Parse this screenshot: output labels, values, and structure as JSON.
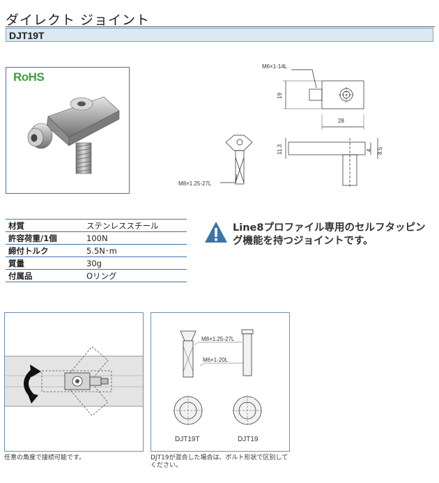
{
  "page": {
    "title": "ダイレクト ジョイント",
    "model": "DJT19T"
  },
  "badge": {
    "rohs": "RoHS"
  },
  "specs": [
    {
      "label": "材質",
      "value": "ステンレススチール"
    },
    {
      "label": "許容荷重/1個",
      "value": "100N"
    },
    {
      "label": "締付トルク",
      "value": "5.5N･m"
    },
    {
      "label": "質量",
      "value": "30g"
    },
    {
      "label": "付属品",
      "value": "Oリング"
    }
  ],
  "drawing": {
    "bolt_label": "M6×1-14L",
    "dim_height": "19",
    "dim_width": "28",
    "dim_side": "11.3",
    "dim_a": "4",
    "dim_b": "8.5",
    "screw_label": "M8×1.25-27L"
  },
  "notice": {
    "text": "Line8プロファイル専用のセルフタッピング機能を持つジョイントです。"
  },
  "compare": {
    "screw_t": "M8×1.25-27L",
    "screw_19": "M6×1-20L",
    "name_t": "DJT19T",
    "name_19": "DJT19"
  },
  "captions": {
    "left": "任意の角度で接続可能です。",
    "right": "DJT19が混合した場合は、ボルト形状で区別してください。"
  },
  "colors": {
    "frame": "#3c74a6",
    "header_bg": "#dce8f2",
    "warning": "#3c74a6",
    "rohs": "#3aa03a"
  }
}
